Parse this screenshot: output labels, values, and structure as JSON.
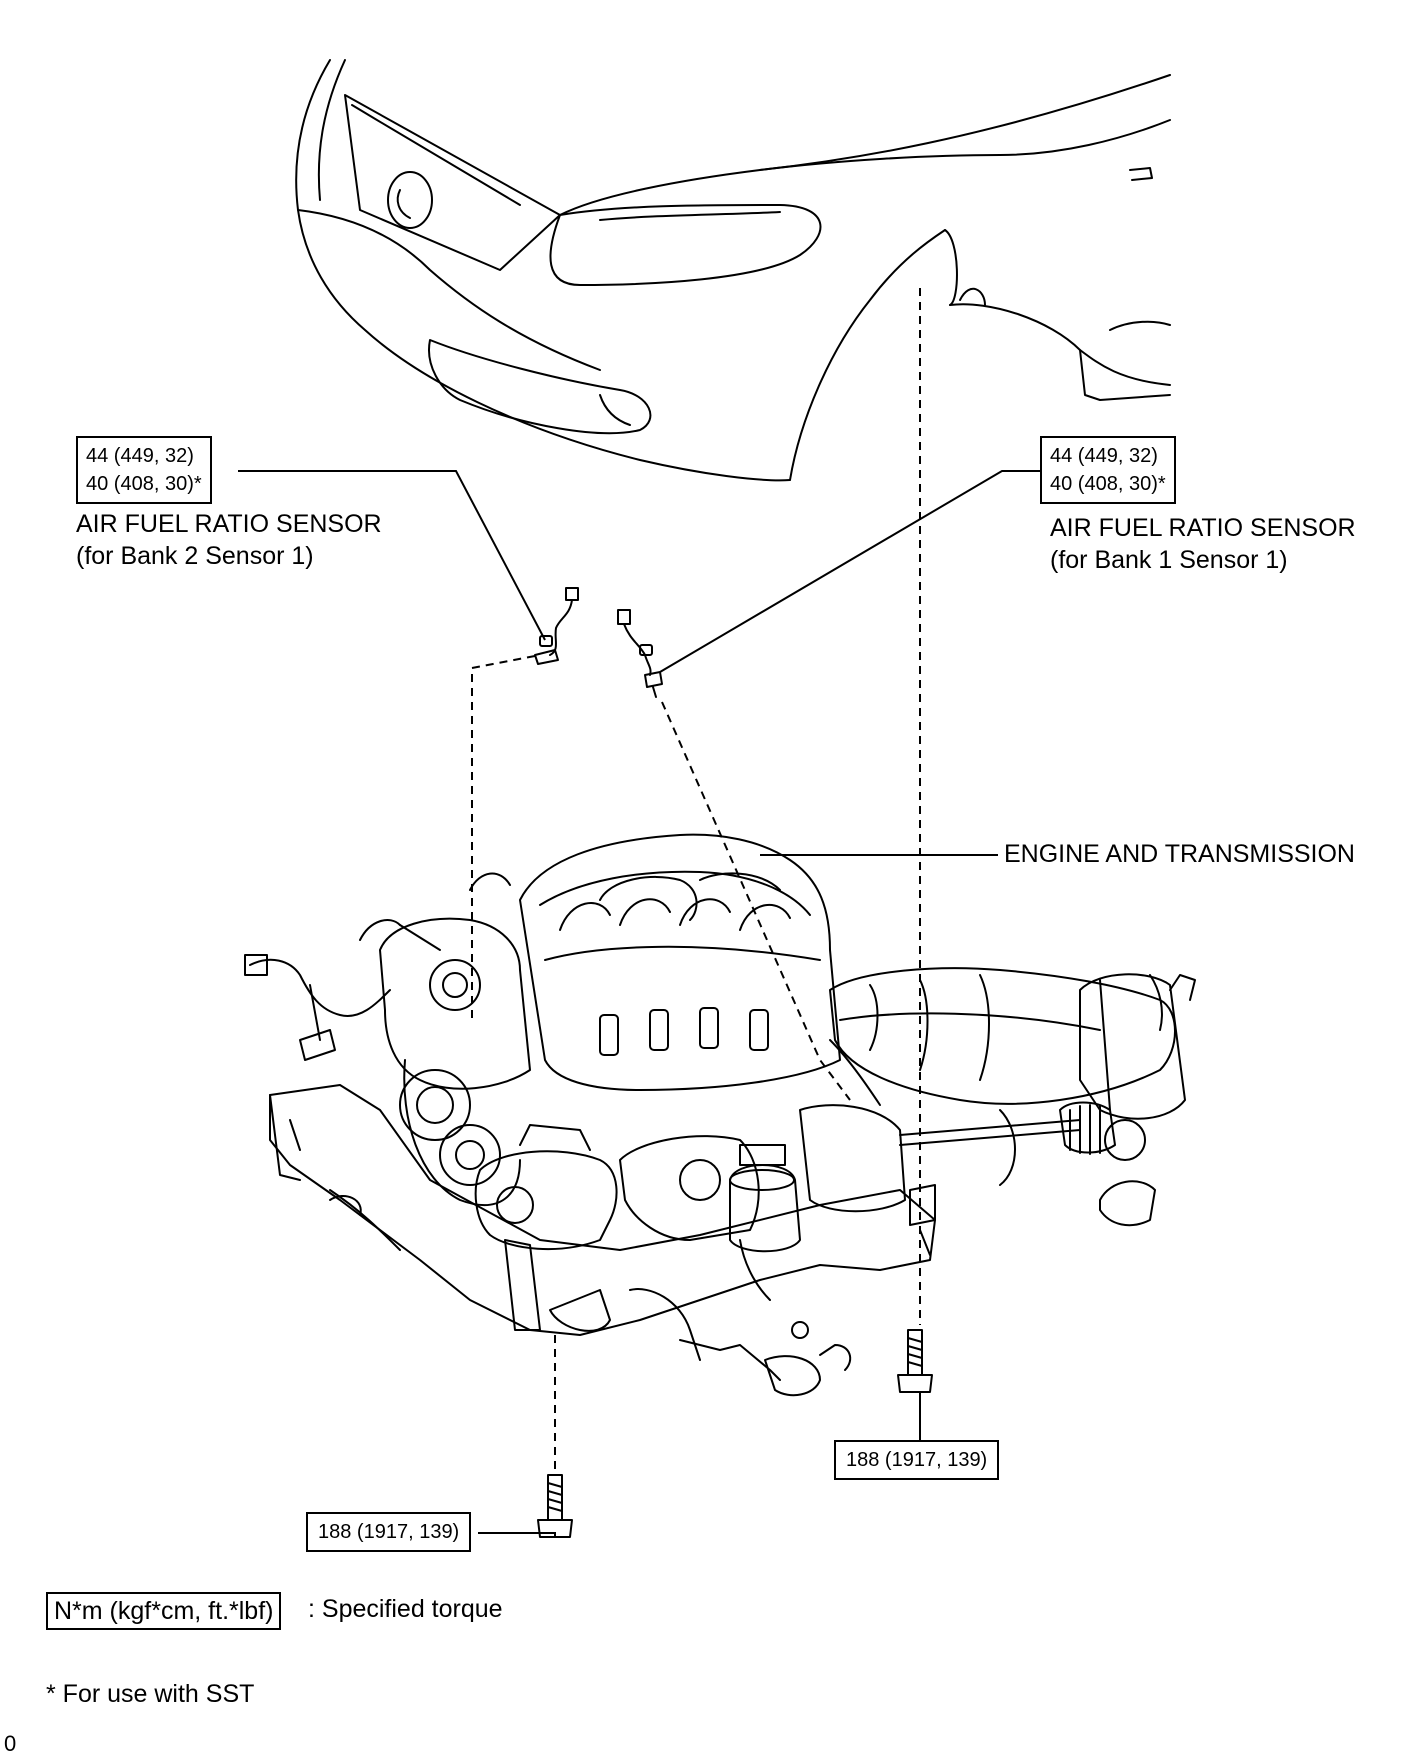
{
  "callouts": {
    "left_torque": {
      "line1": "44 (449, 32)",
      "line2": "40 (408, 30)*"
    },
    "left_sensor": {
      "title": "AIR FUEL RATIO SENSOR",
      "sub": "(for Bank 2 Sensor 1)"
    },
    "right_torque": {
      "line1": "44 (449, 32)",
      "line2": "40 (408, 30)*"
    },
    "right_sensor": {
      "title": "AIR FUEL RATIO SENSOR",
      "sub": "(for Bank 1 Sensor 1)"
    },
    "engine_label": "ENGINE AND TRANSMISSION",
    "bolt_torque_right": "188 (1917, 139)",
    "bolt_torque_left": "188 (1917, 139)"
  },
  "legend": {
    "box": "N*m (kgf*cm, ft.*lbf)",
    "text": ": Specified torque",
    "note": "* For use with SST",
    "corner": "0"
  }
}
